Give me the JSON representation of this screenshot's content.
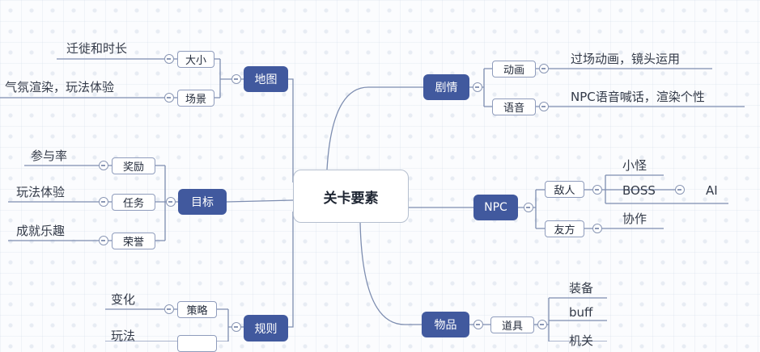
{
  "central": "关卡要素",
  "branches": {
    "map": {
      "label": "地图",
      "children": [
        {
          "label": "大小",
          "leaf": "迁徙和时长"
        },
        {
          "label": "场景",
          "leaf": "气氛渲染，玩法体验"
        }
      ]
    },
    "goal": {
      "label": "目标",
      "children": [
        {
          "label": "奖励",
          "leaf": "参与率"
        },
        {
          "label": "任务",
          "leaf": "玩法体验"
        },
        {
          "label": "荣誉",
          "leaf": "成就乐趣"
        }
      ]
    },
    "rules": {
      "label": "规则",
      "children": [
        {
          "label": "策略",
          "leaf": "变化"
        },
        {
          "label": "",
          "leaf": "玩法"
        }
      ]
    },
    "plot": {
      "label": "剧情",
      "children": [
        {
          "label": "动画",
          "leaf": "过场动画，镜头运用"
        },
        {
          "label": "语音",
          "leaf": "NPC语音喊话，渲染个性"
        }
      ]
    },
    "npc": {
      "label": "NPC",
      "children": [
        {
          "label": "敌人",
          "leaves": [
            "小怪",
            "BOSS",
            "AI"
          ]
        },
        {
          "label": "友方",
          "leaf": "协作"
        }
      ]
    },
    "items": {
      "label": "物品",
      "children": [
        {
          "label": "道具",
          "leaves": [
            "装备",
            "buff",
            "机关"
          ]
        }
      ]
    }
  },
  "colors": {
    "main_node": "#41599e",
    "line": "#7d8db0",
    "sub_border": "#8f9cbc"
  }
}
